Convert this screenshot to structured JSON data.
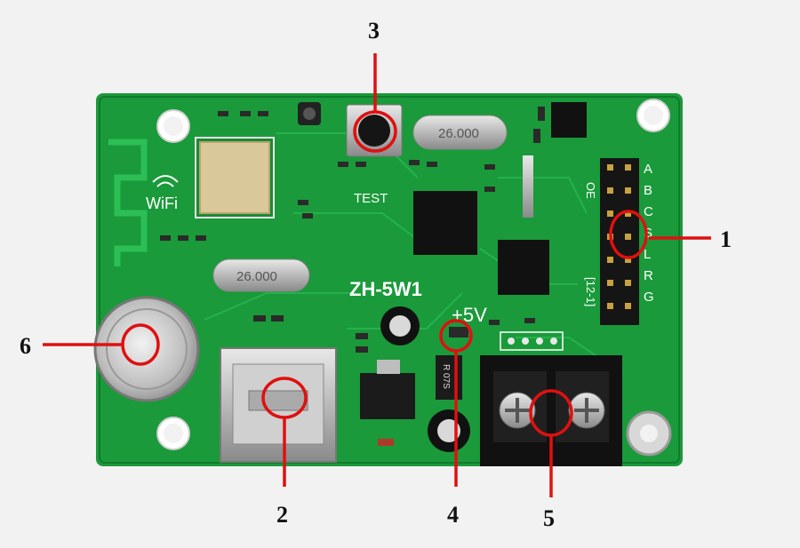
{
  "board": {
    "model_label": "ZH-5W1",
    "wifi_label": "WiFi",
    "test_label": "TEST",
    "voltage_label": "+5V",
    "crystal_top_label": "26.000",
    "crystal_left_label": "26.000",
    "header_side_label": "[12-1]",
    "header_side_label_top": "OE",
    "header_pins": [
      "A",
      "B",
      "C",
      "S",
      "L",
      "R",
      "G"
    ],
    "diode_label": "R 07S"
  },
  "callouts": [
    {
      "label": "1"
    },
    {
      "label": "2"
    },
    {
      "label": "3"
    },
    {
      "label": "4"
    },
    {
      "label": "5"
    },
    {
      "label": "6"
    }
  ],
  "colors": {
    "pcb": "#1a9a3a",
    "pcb_dark": "#138030",
    "callout": "#e01010",
    "silk": "#ffffff"
  }
}
